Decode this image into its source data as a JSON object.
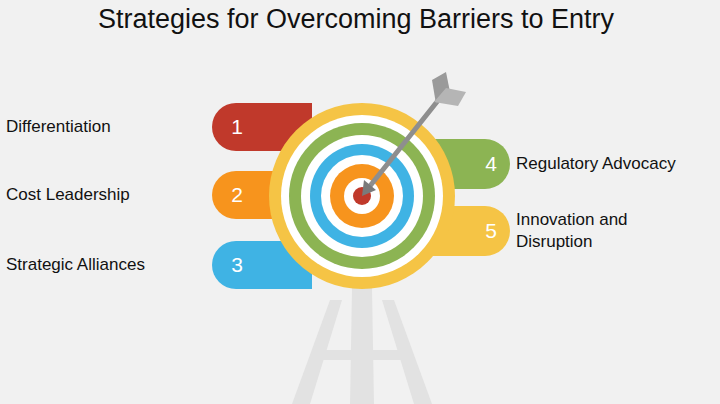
{
  "diagram": {
    "title": "Strategies for Overcoming Barriers to Entry",
    "nodes": [
      {
        "text": [
          "Differentiation",
          "1"
        ]
      },
      {
        "text": [
          "Cost Leadership",
          "2"
        ]
      },
      {
        "text": [
          "Strategic Alliances",
          "3"
        ]
      },
      {
        "text": [
          "4",
          "Regulatory Advocacy"
        ]
      },
      {
        "text": [
          "5",
          "Innovation and Disruption"
        ]
      }
    ]
  }
}
